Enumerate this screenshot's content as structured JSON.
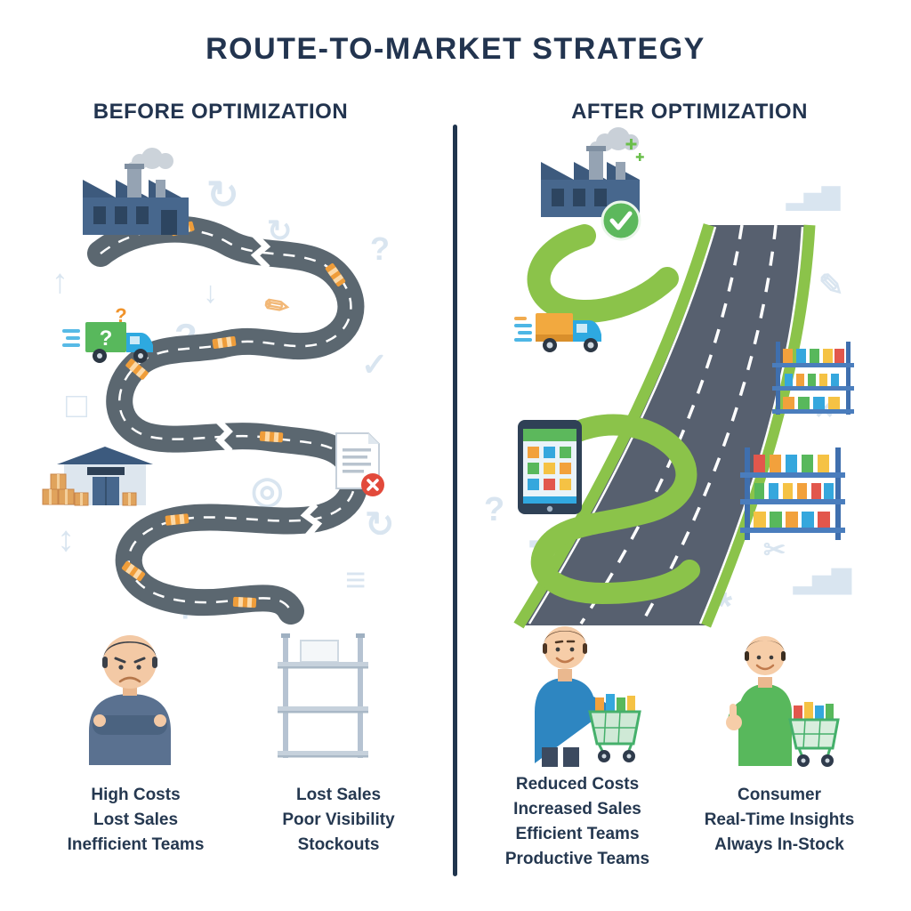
{
  "title": "ROUTE-TO-MARKET STRATEGY",
  "before": {
    "header": "BEFORE OPTIMIZATION",
    "caption1": {
      "lines": [
        "High Costs",
        "Lost Sales",
        "Inefficient Teams"
      ]
    },
    "caption2": {
      "lines": [
        "Lost Sales",
        "Poor Visibility",
        "Stockouts"
      ]
    }
  },
  "after": {
    "header": "AFTER OPTIMIZATION",
    "caption1": {
      "lines": [
        "Reduced Costs",
        "Increased Sales",
        "Efficient Teams",
        "Productive Teams"
      ]
    },
    "caption2": {
      "lines": [
        "Consumer",
        "Real-Time Insights",
        "Always In-Stock"
      ]
    }
  },
  "glyphs": {
    "question_mark": "?",
    "plus": "+",
    "check": "✓",
    "cross": "×",
    "refresh": "↻",
    "arrow_up": "↑",
    "arrow_down": "↓",
    "arrow_updown": "↕",
    "box": "□",
    "target": "◎",
    "list": "≡",
    "bars": "▂▅▇",
    "pencil": "✎",
    "scissors": "✂",
    "circle": "○",
    "asterisk": "*"
  },
  "colors": {
    "navy": "#22344f",
    "road_gray": "#5b6770",
    "highway_green": "#8bc34a",
    "barrier_orange": "#ef9d3a",
    "error_red": "#e24a3b",
    "success_green": "#5cb85c",
    "accent_blue": "#2ea9e0",
    "watermark_blue": "#d9e5f0"
  }
}
